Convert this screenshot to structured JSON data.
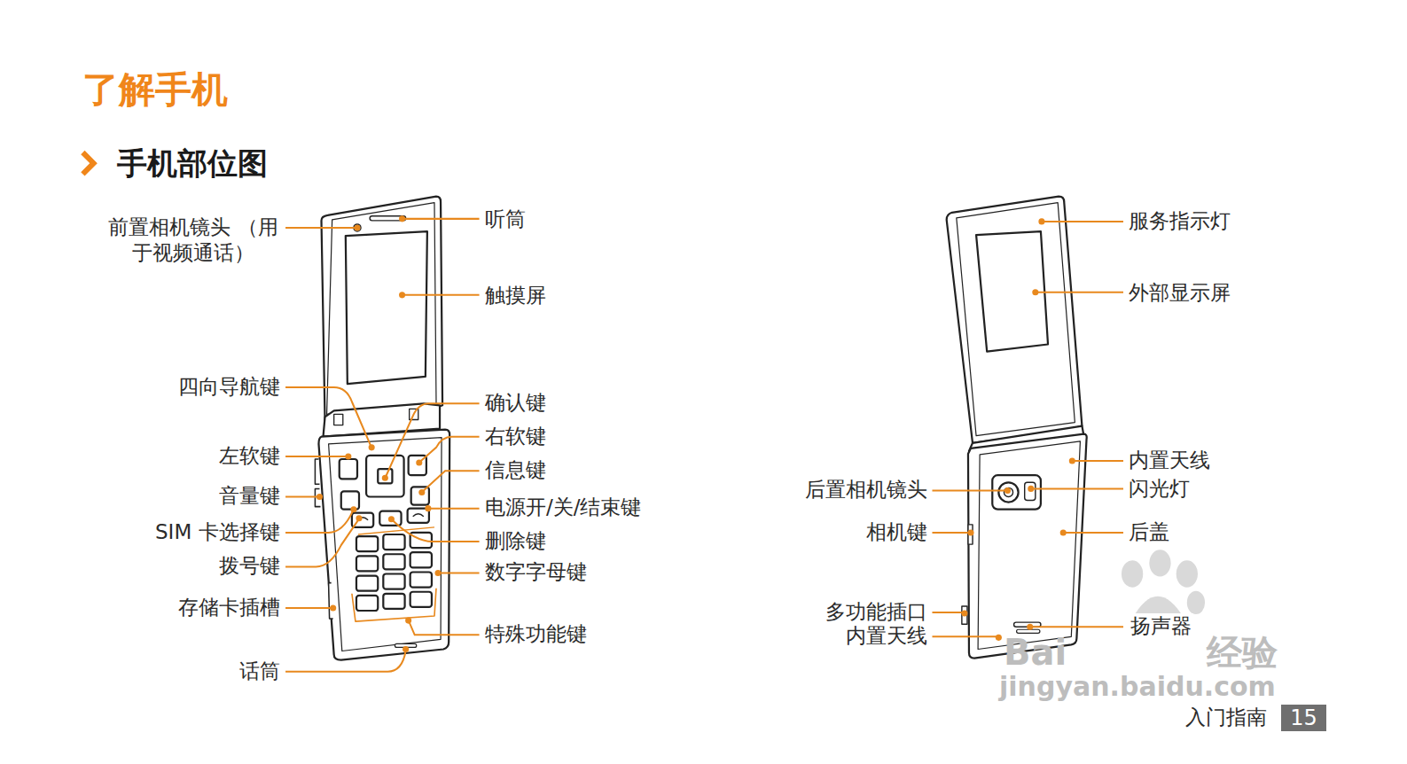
{
  "diagram": {
    "title": "了解手机",
    "labels": [
      "手机部位图",
      "前置相机镜头 （用于视频通话）",
      "听筒",
      "触摸屏",
      "四向导航键",
      "确认键",
      "左软键",
      "右软键",
      "音量键",
      "信息键",
      "SIM 卡选择键",
      "电源开/关/结束键",
      "拨号键",
      "删除键",
      "存储卡插槽",
      "数字字母键",
      "特殊功能键",
      "话筒",
      "服务指示灯",
      "外部显示屏",
      "后置相机镜头",
      "内置天线",
      "闪光灯",
      "相机键",
      "后盖",
      "多功能插口",
      "内置天线",
      "扬声器",
      "Bai",
      "经验",
      "jingyan.baidu.com",
      "入门指南",
      "15"
    ]
  }
}
